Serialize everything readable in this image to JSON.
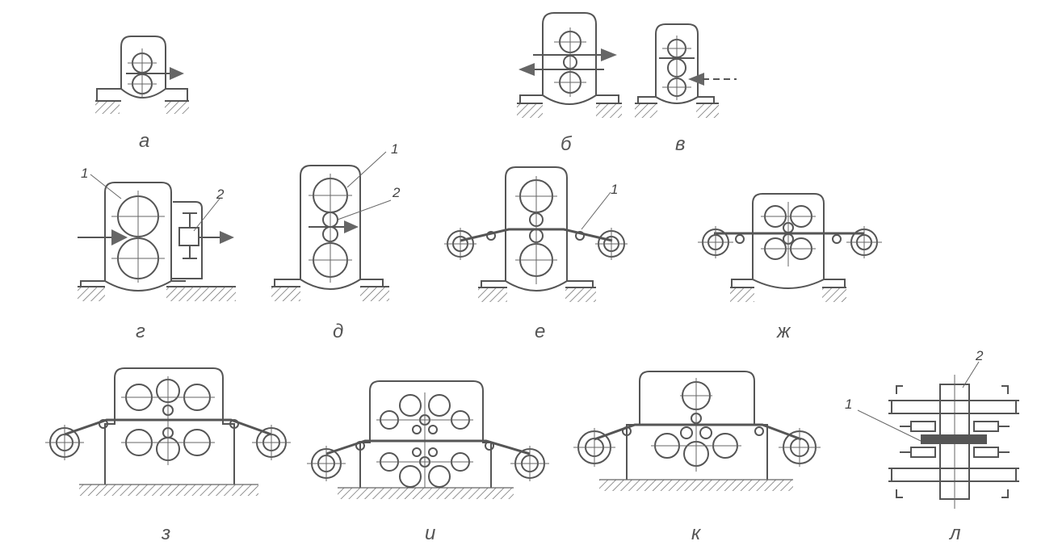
{
  "labels": {
    "a": "а",
    "b": "б",
    "v": "в",
    "g": "г",
    "d": "д",
    "e": "е",
    "zh": "ж",
    "z": "з",
    "i": "и",
    "k": "к",
    "l": "л"
  },
  "callouts": {
    "one": "1",
    "two": "2"
  }
}
